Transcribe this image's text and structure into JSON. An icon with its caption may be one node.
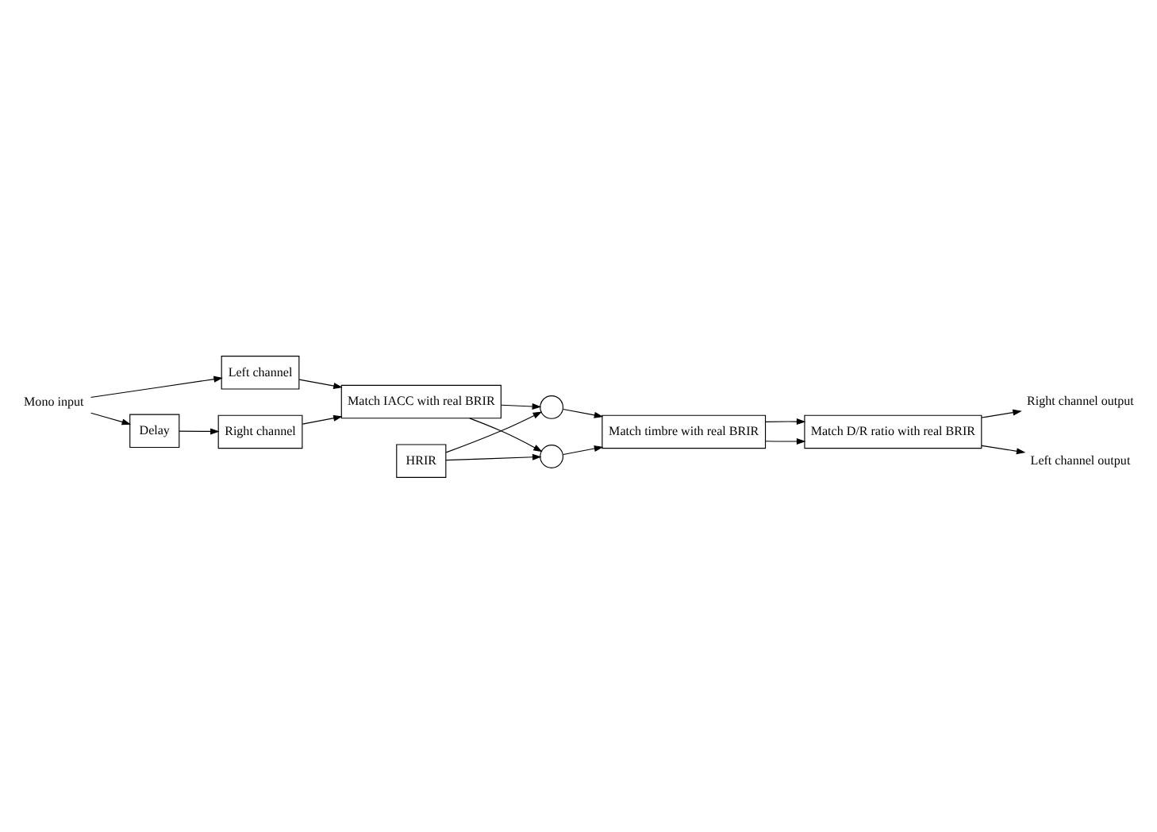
{
  "diagram": {
    "nodes": [
      {
        "text": [
          "Mono input"
        ]
      },
      {
        "text": [
          "Left channel"
        ]
      },
      {
        "text": [
          "Delay"
        ]
      },
      {
        "text": [
          "Right channel"
        ]
      },
      {
        "text": [
          "Match IACC with real BRIR"
        ]
      },
      {
        "text": [
          "HRIR"
        ]
      },
      {
        "text": [],
        "shape": "circle"
      },
      {
        "text": [],
        "shape": "circle"
      },
      {
        "text": [
          "Match timbre with real BRIR"
        ]
      },
      {
        "text": [
          "Match D/R ratio with real BRIR"
        ]
      },
      {
        "text": [
          "Right channel output"
        ]
      },
      {
        "text": [
          "Left channel output"
        ]
      }
    ],
    "edges": [
      {
        "from": 0,
        "to": 1,
        "arrow": "to"
      },
      {
        "from": 0,
        "to": 2,
        "arrow": "to"
      },
      {
        "from": 2,
        "to": 3,
        "arrow": "to"
      },
      {
        "from": 3,
        "to": 4,
        "arrow": "to"
      },
      {
        "from": 1,
        "to": 4,
        "arrow": "to"
      },
      {
        "from": 4,
        "to": 6,
        "arrow": "to"
      },
      {
        "from": 4,
        "to": 7,
        "arrow": "to"
      },
      {
        "from": 5,
        "to": 6,
        "arrow": "to"
      },
      {
        "from": 5,
        "to": 7,
        "arrow": "to"
      },
      {
        "from": 6,
        "to": 8,
        "arrow": "to"
      },
      {
        "from": 7,
        "to": 8,
        "arrow": "to"
      },
      {
        "from": 8,
        "to": 9,
        "arrow": "to"
      },
      {
        "from": 8,
        "to": 9,
        "arrow": "to"
      },
      {
        "from": 9,
        "to": 10,
        "arrow": "to"
      },
      {
        "from": 9,
        "to": 11,
        "arrow": "to"
      }
    ]
  }
}
